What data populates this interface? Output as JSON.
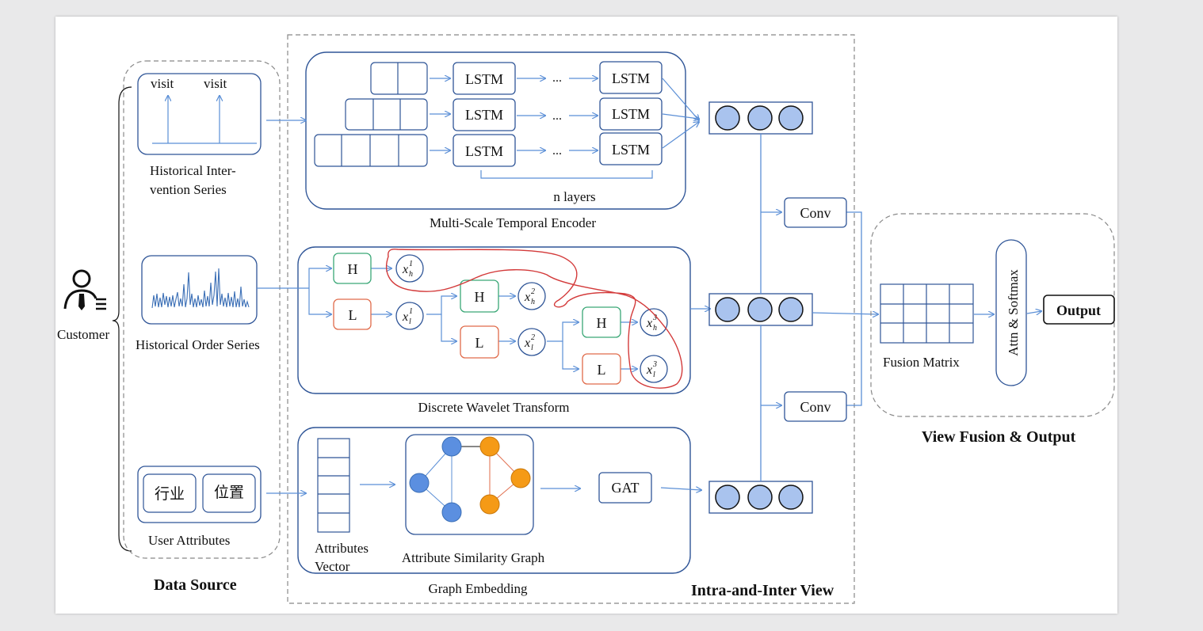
{
  "customer": {
    "label": "Customer"
  },
  "data_source": {
    "title": "Data Source",
    "intervention": {
      "label_line1": "Historical Inter-",
      "label_line2": "vention Series",
      "visit1": "visit",
      "visit2": "visit"
    },
    "orders": {
      "label": "Historical Order Series"
    },
    "attributes": {
      "label": "User Attributes",
      "attr1": "行业",
      "attr2": "位置"
    }
  },
  "intra_inter": {
    "title": "Intra-and-Inter View",
    "temporal": {
      "title": "Multi-Scale Temporal Encoder",
      "lstm": "LSTM",
      "dots": "...",
      "layers": "n layers"
    },
    "wavelet": {
      "title": "Discrete Wavelet Transform",
      "H": "H",
      "L": "L"
    },
    "graph": {
      "title": "Graph Embedding",
      "vector_line1": "Attributes",
      "vector_line2": "Vector",
      "graph_label": "Attribute Similarity Graph",
      "gat": "GAT"
    },
    "conv": "Conv"
  },
  "fusion": {
    "title": "View Fusion & Output",
    "matrix_label": "Fusion Matrix",
    "attn": "Attn & Softmax",
    "output": "Output"
  }
}
